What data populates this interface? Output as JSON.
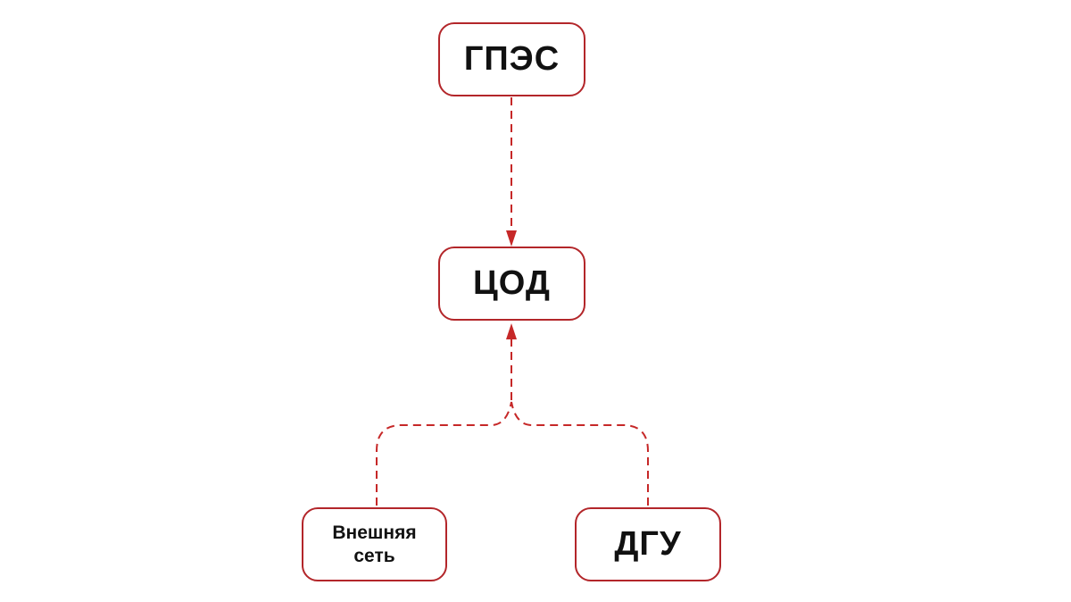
{
  "nodes": {
    "gpes": "ГПЭС",
    "cod": "ЦОД",
    "grid_line1": "Внешняя",
    "grid_line2": "сеть",
    "dgu": "ДГУ"
  },
  "colors": {
    "line": "#c62828",
    "border": "#b3262a"
  }
}
